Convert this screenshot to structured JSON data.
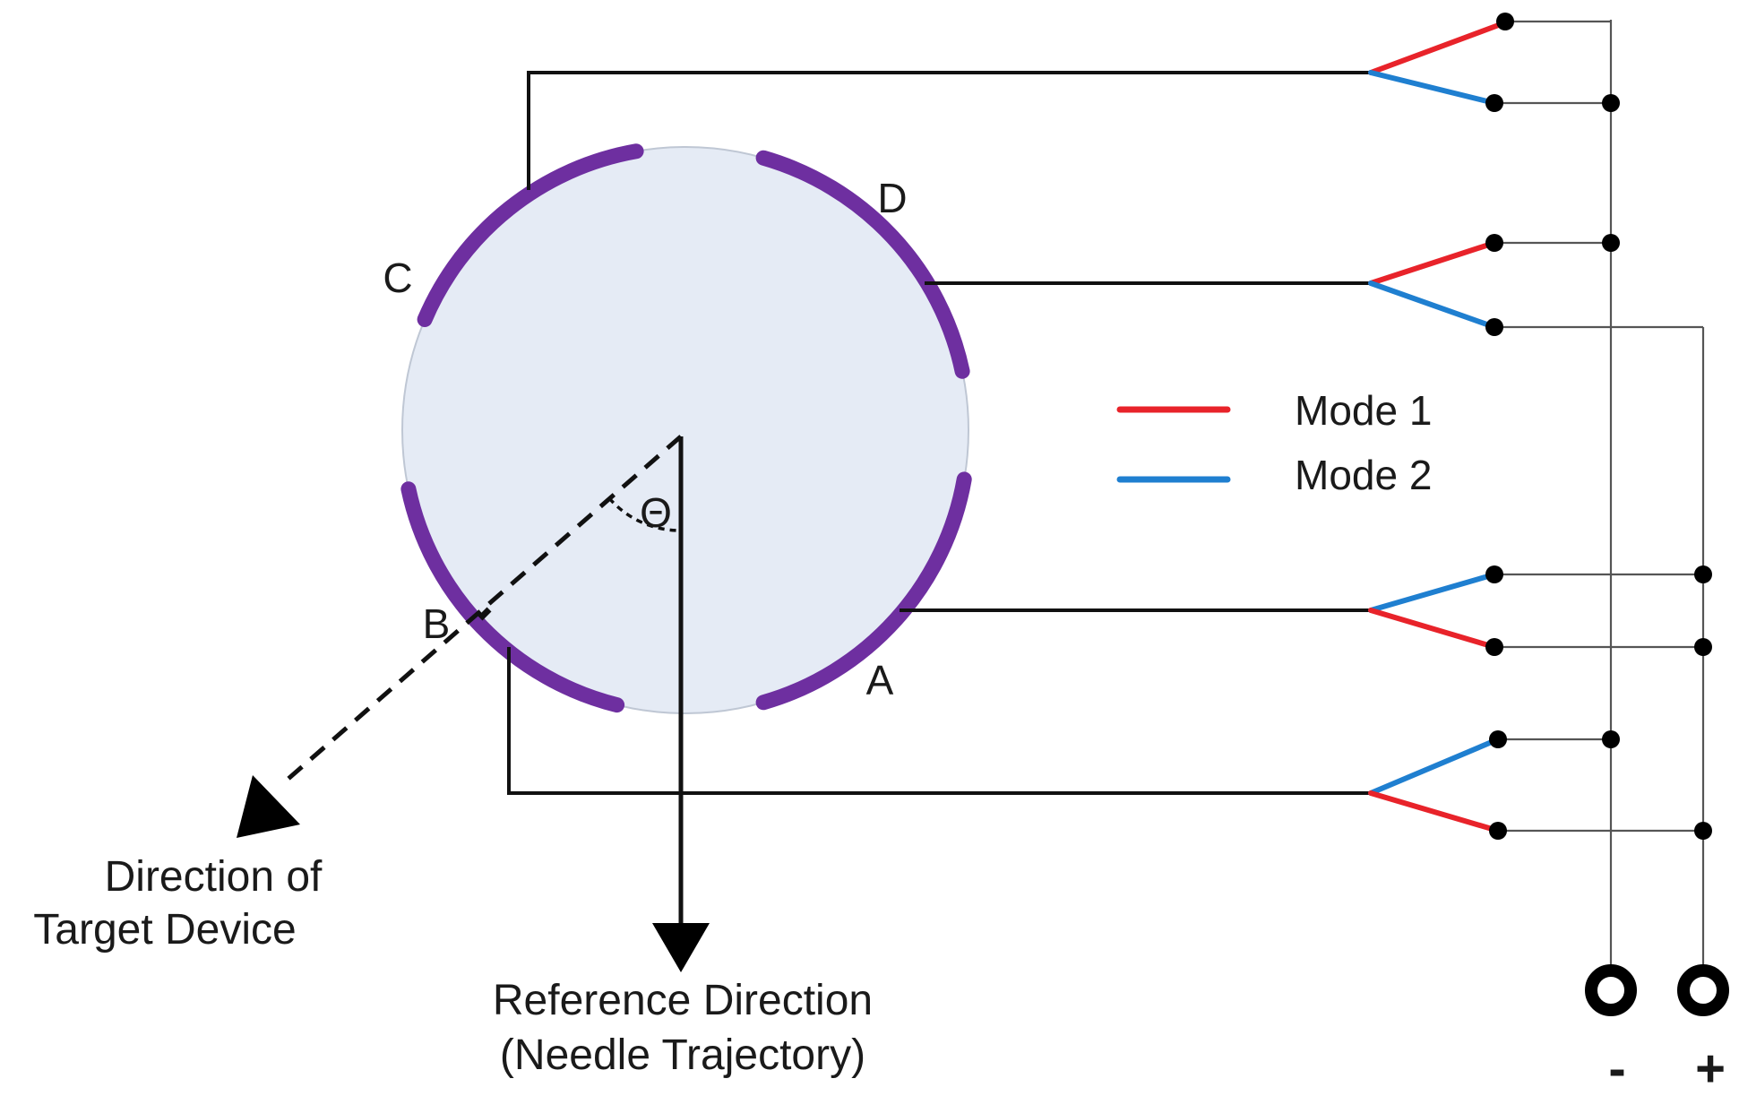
{
  "electrode_labels": {
    "a": "A",
    "b": "B",
    "c": "C",
    "d": "D"
  },
  "angle_label": "Θ",
  "legend": [
    {
      "label": "Mode 1",
      "color": "#e8232a"
    },
    {
      "label": "Mode 2",
      "color": "#1f7fd0"
    }
  ],
  "captions": {
    "target_line1": "Direction of",
    "target_line2": "Target Device",
    "reference_line1": "Reference Direction",
    "reference_line2": "(Needle Trajectory)"
  },
  "terminals": {
    "minus": "-",
    "plus": "+"
  },
  "colors": {
    "electrode": "#6e2fa0",
    "disc_fill": "#e5ebf5",
    "mode1": "#e8232a",
    "mode2": "#1f7fd0",
    "wire": "#111111"
  }
}
